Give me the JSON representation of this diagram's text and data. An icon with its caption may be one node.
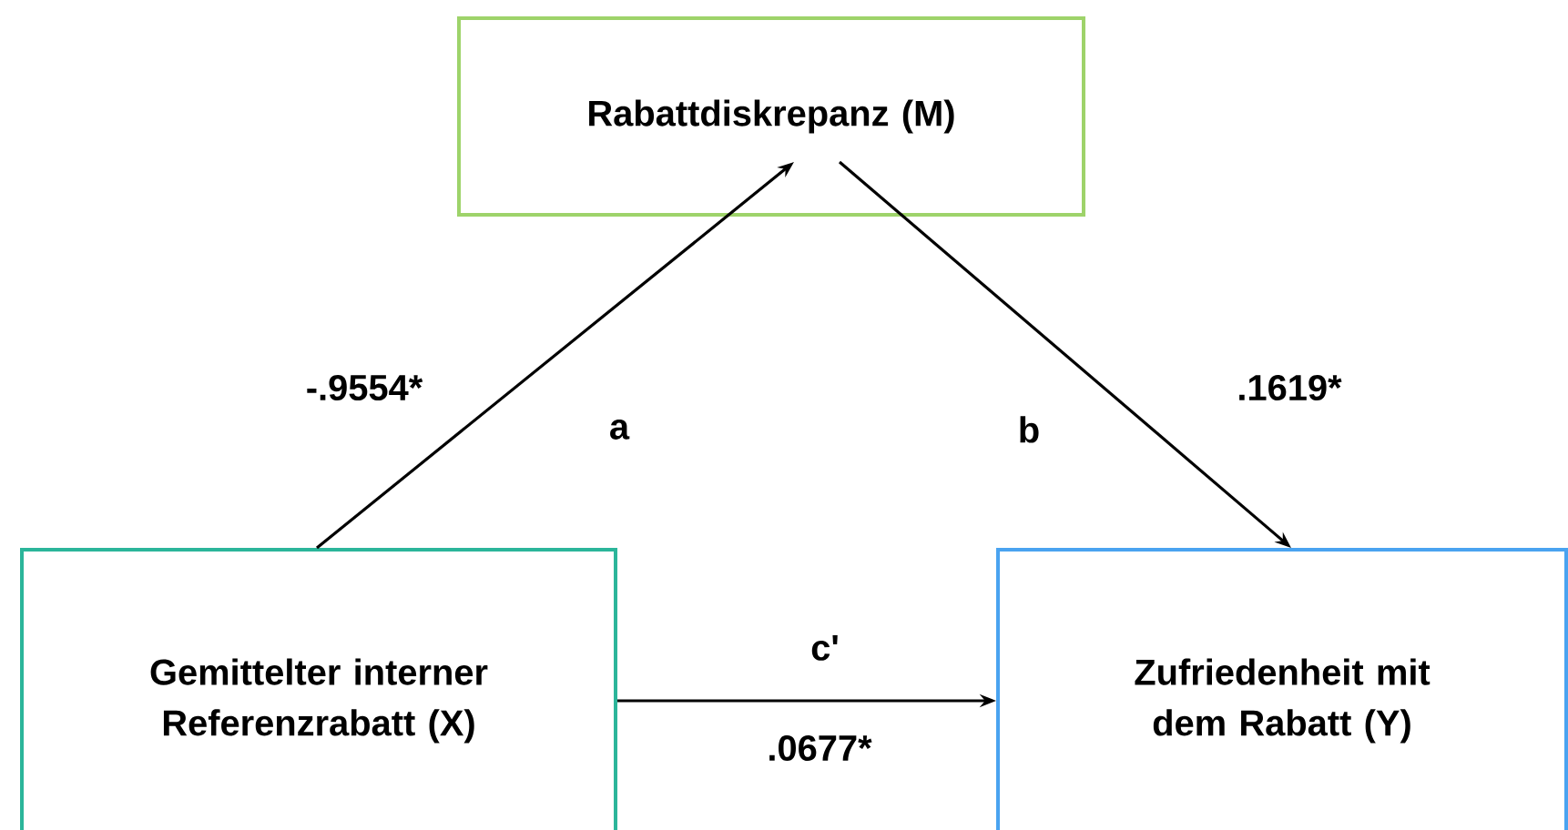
{
  "diagram": {
    "nodes": [
      {
        "text": [
          "Rabattdiskrepanz (M)"
        ]
      },
      {
        "text": [
          "Gemittelter interner Referenzrabatt (X)"
        ]
      },
      {
        "text": [
          "Zufriedenheit mit dem Rabatt (Y)"
        ]
      }
    ],
    "edges": [
      {
        "from": 1,
        "to": 0,
        "arrow": "to",
        "label": "a"
      },
      {
        "from": 0,
        "to": 2,
        "arrow": "to",
        "label": "b"
      },
      {
        "from": 1,
        "to": 2,
        "arrow": "to",
        "label": "c'"
      }
    ],
    "labels": [
      "-.9554*",
      ".1619*",
      ".0677*"
    ]
  }
}
